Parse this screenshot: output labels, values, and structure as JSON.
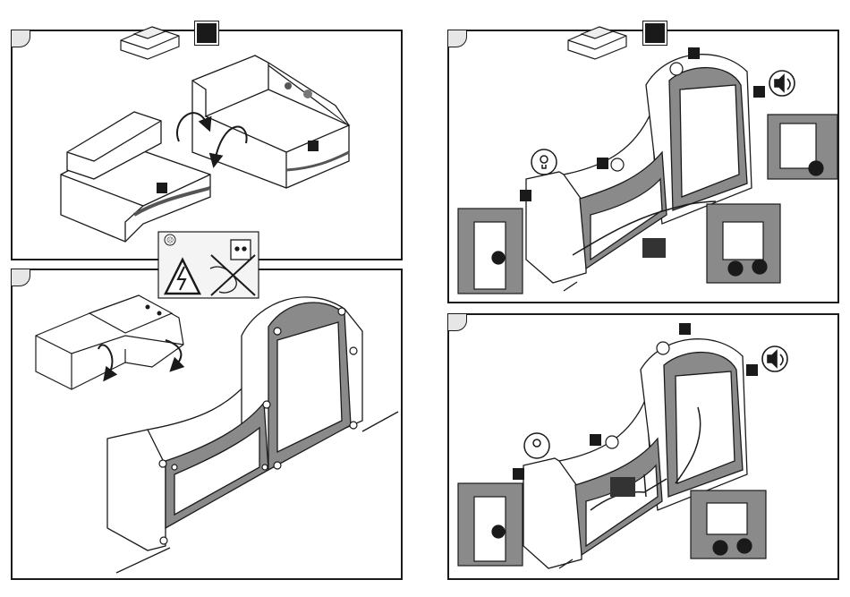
{
  "figure": {
    "panels": [
      {
        "id": "step-1",
        "badge": ""
      },
      {
        "id": "step-2",
        "badge": ""
      },
      {
        "id": "step-3",
        "badge": ""
      },
      {
        "id": "step-4",
        "badge": ""
      }
    ],
    "icons": {
      "warning": "electric-shock-warning-icon",
      "unplug": "unplug-power-icon",
      "light": "light-bulb-icon",
      "speaker": "speaker-icon",
      "rotate": "rotate-arrow-icon"
    },
    "colors": {
      "frame_gray": "#8a8a8a",
      "line": "#1a1a1a",
      "tab": "#e6e6e6"
    }
  }
}
